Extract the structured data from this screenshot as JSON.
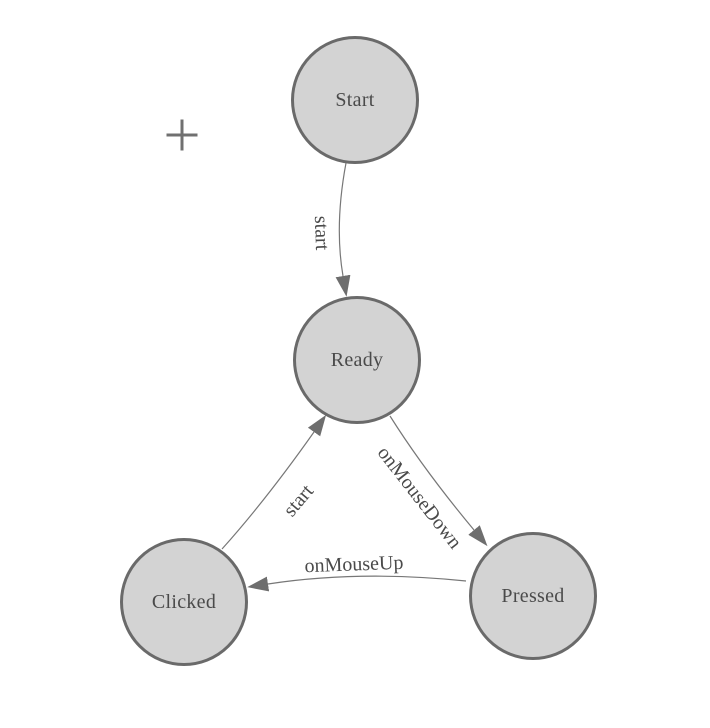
{
  "diagram": {
    "type": "state-machine",
    "background": "#ffffff",
    "nodes": [
      {
        "id": "start",
        "label": "Start"
      },
      {
        "id": "ready",
        "label": "Ready"
      },
      {
        "id": "clicked",
        "label": "Clicked"
      },
      {
        "id": "pressed",
        "label": "Pressed"
      }
    ],
    "edges": [
      {
        "from": "start",
        "to": "ready",
        "label": "start"
      },
      {
        "from": "ready",
        "to": "pressed",
        "label": "onMouseDown"
      },
      {
        "from": "pressed",
        "to": "clicked",
        "label": "onMouseUp"
      },
      {
        "from": "clicked",
        "to": "ready",
        "label": "start"
      }
    ],
    "colors": {
      "node_fill": "#d3d3d3",
      "node_stroke": "#6a6a6a",
      "edge_stroke": "#777777",
      "arrow_fill": "#6e6e6e",
      "label_text": "#4a4a4a",
      "plus_mark": "#707070"
    },
    "decorations": {
      "plus_mark": "plus-crosshair"
    }
  }
}
